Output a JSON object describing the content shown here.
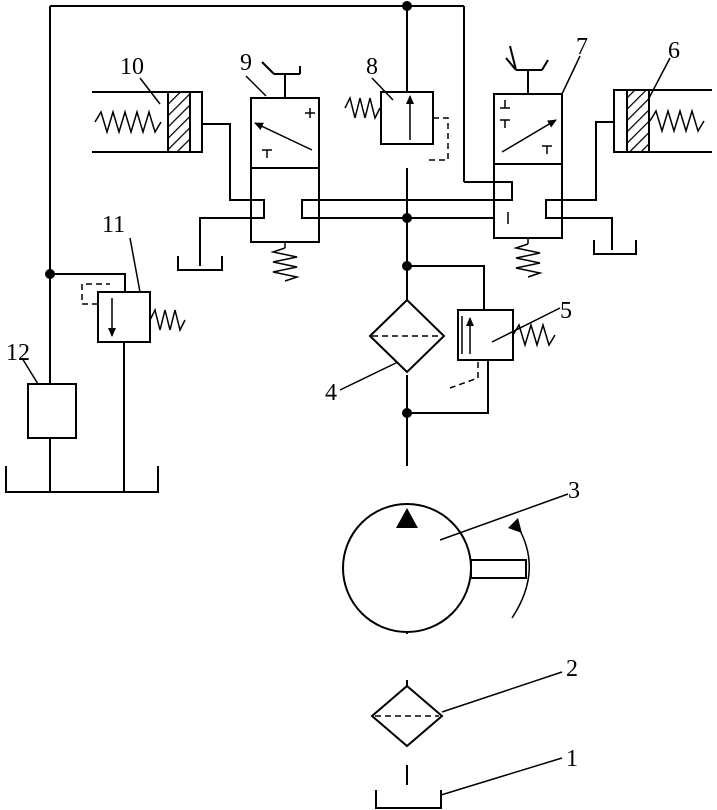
{
  "labels": {
    "tank": "1",
    "suction_filter": "2",
    "pump": "3",
    "pressure_filter": "4",
    "bypass_valve": "5",
    "right_cylinder": "6",
    "right_valve": "7",
    "relief_valve": "8",
    "left_valve": "9",
    "left_cylinder": "10",
    "return_valve": "11",
    "return_element": "12"
  },
  "colors": {
    "stroke": "#000000",
    "background": "#ffffff"
  }
}
